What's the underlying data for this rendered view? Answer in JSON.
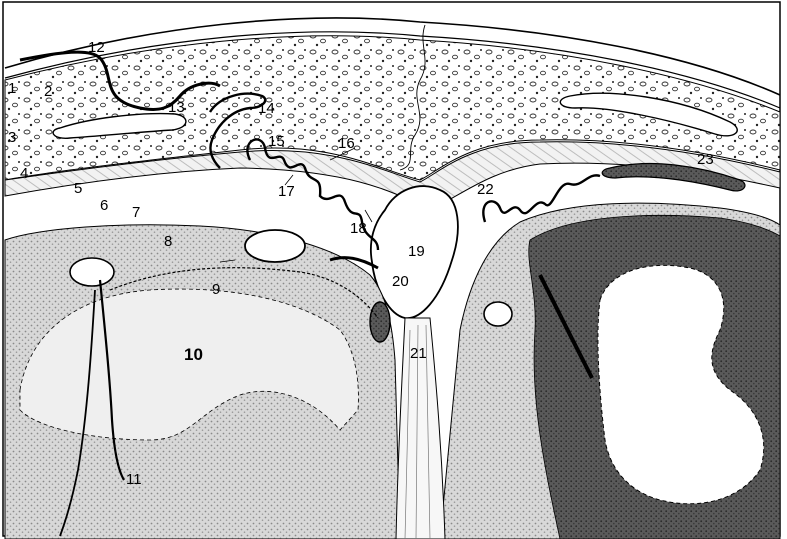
{
  "figure": {
    "labels": [
      {
        "id": "1",
        "text": "1"
      },
      {
        "id": "2",
        "text": "2"
      },
      {
        "id": "3",
        "text": "3"
      },
      {
        "id": "4",
        "text": "4"
      },
      {
        "id": "5",
        "text": "5"
      },
      {
        "id": "6",
        "text": "6"
      },
      {
        "id": "7",
        "text": "7"
      },
      {
        "id": "8",
        "text": "8"
      },
      {
        "id": "9",
        "text": "9"
      },
      {
        "id": "10",
        "text": "10"
      },
      {
        "id": "11",
        "text": "11"
      },
      {
        "id": "12",
        "text": "12"
      },
      {
        "id": "13",
        "text": "13"
      },
      {
        "id": "14",
        "text": "14"
      },
      {
        "id": "15",
        "text": "15"
      },
      {
        "id": "16",
        "text": "16"
      },
      {
        "id": "17",
        "text": "17"
      },
      {
        "id": "18",
        "text": "18"
      },
      {
        "id": "19",
        "text": "19"
      },
      {
        "id": "20",
        "text": "20"
      },
      {
        "id": "21",
        "text": "21"
      },
      {
        "id": "22",
        "text": "22"
      },
      {
        "id": "23",
        "text": "23"
      }
    ]
  }
}
